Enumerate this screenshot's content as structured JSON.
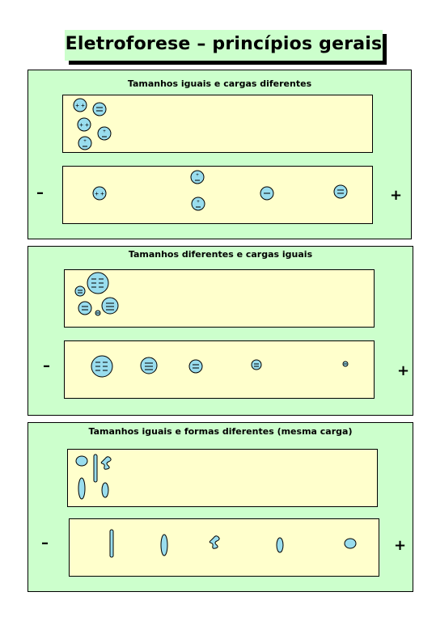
{
  "title": "Eletroforese – princípios gerais",
  "panels": [
    {
      "title": "Tamanhos iguais e cargas diferentes",
      "minus": "–",
      "plus": "+"
    },
    {
      "title": "Tamanhos diferentes e cargas  iguais",
      "minus": "–",
      "plus": "+"
    },
    {
      "title": "Tamanhos iguais e formas diferentes (mesma carga)",
      "minus": "–",
      "plus": "+"
    }
  ],
  "colors": {
    "panel": "#ccffcc",
    "strip": "#ffffcc",
    "particle": "#99ddee",
    "outline": "#000000"
  }
}
